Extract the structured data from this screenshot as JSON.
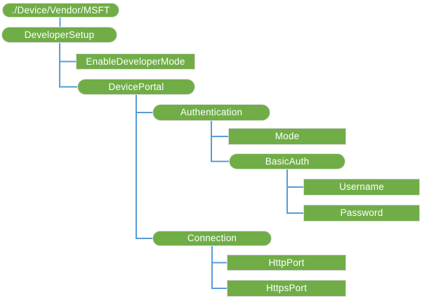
{
  "diagram": {
    "kind": "csp-tree",
    "root_path": "./Device/Vendor/MSFT"
  },
  "colors": {
    "background": "#FFFFFF",
    "node_fill": "#70AD47",
    "node_text": "#FFFFFF",
    "rect_border": "#D9D9D9",
    "pill_border": "#E2E2E2",
    "connector": "#5B9BD5"
  },
  "nodes": [
    {
      "id": "root",
      "label": "./Device/Vendor/MSFT",
      "shape": "rounded",
      "parent": null
    },
    {
      "id": "developer-setup",
      "label": "DeveloperSetup",
      "shape": "rounded",
      "parent": "root"
    },
    {
      "id": "enable-developer-mode",
      "label": "EnableDeveloperMode",
      "shape": "rect",
      "parent": "developer-setup"
    },
    {
      "id": "device-portal",
      "label": "DevicePortal",
      "shape": "rounded",
      "parent": "developer-setup"
    },
    {
      "id": "authentication",
      "label": "Authentication",
      "shape": "rounded",
      "parent": "device-portal"
    },
    {
      "id": "mode",
      "label": "Mode",
      "shape": "rect",
      "parent": "authentication"
    },
    {
      "id": "basic-auth",
      "label": "BasicAuth",
      "shape": "rounded",
      "parent": "authentication"
    },
    {
      "id": "username",
      "label": "Username",
      "shape": "rect",
      "parent": "basic-auth"
    },
    {
      "id": "password",
      "label": "Password",
      "shape": "rect",
      "parent": "basic-auth"
    },
    {
      "id": "connection",
      "label": "Connection",
      "shape": "rounded",
      "parent": "device-portal"
    },
    {
      "id": "http-port",
      "label": "HttpPort",
      "shape": "rect",
      "parent": "connection"
    },
    {
      "id": "https-port",
      "label": "HttpsPort",
      "shape": "rect",
      "parent": "connection"
    }
  ]
}
